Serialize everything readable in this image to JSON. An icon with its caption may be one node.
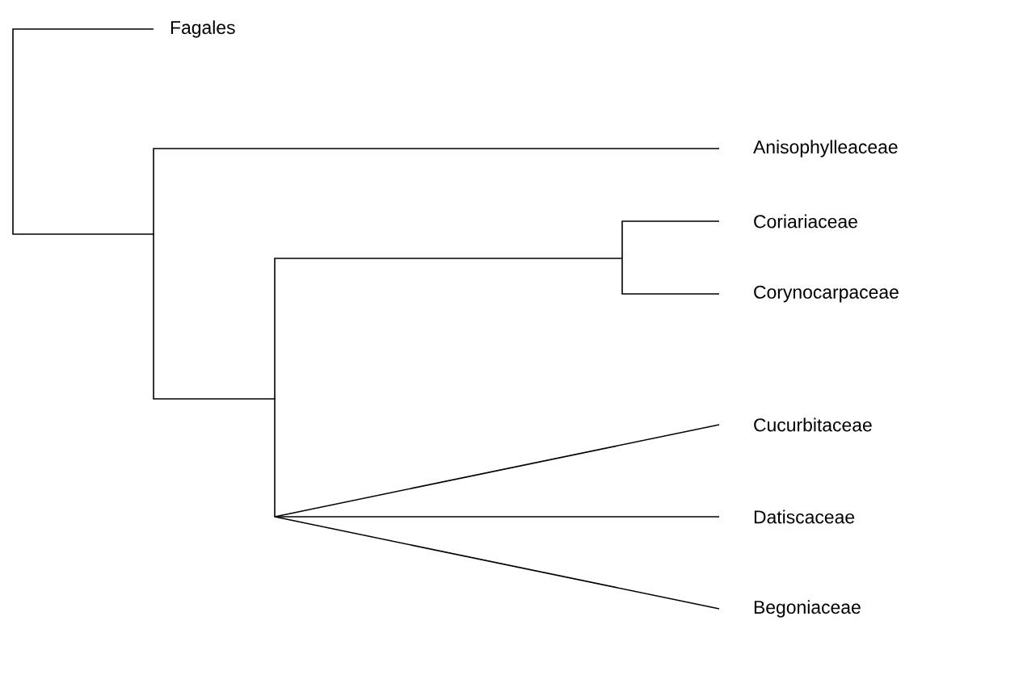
{
  "diagram": {
    "nodes": [
      {
        "text": [],
        "shape": "point"
      },
      {
        "text": [
          "Fagales"
        ]
      },
      {
        "text": [],
        "shape": "point"
      },
      {
        "text": [
          "Anisophylleaceae"
        ]
      },
      {
        "text": [],
        "shape": "point"
      },
      {
        "text": [],
        "shape": "point"
      },
      {
        "text": [
          "Coriariaceae"
        ]
      },
      {
        "text": [
          "Corynocarpaceae"
        ]
      },
      {
        "text": [],
        "shape": "point"
      },
      {
        "text": [
          "Cucurbitaceae"
        ]
      },
      {
        "text": [
          "Datiscaceae"
        ]
      },
      {
        "text": [
          "Begoniaceae"
        ]
      }
    ],
    "edges": [
      {
        "from": 0,
        "to": 1,
        "arrow": "none"
      },
      {
        "from": 0,
        "to": 2,
        "arrow": "none"
      },
      {
        "from": 2,
        "to": 3,
        "arrow": "none"
      },
      {
        "from": 2,
        "to": 4,
        "arrow": "none"
      },
      {
        "from": 4,
        "to": 5,
        "arrow": "none"
      },
      {
        "from": 5,
        "to": 6,
        "arrow": "none"
      },
      {
        "from": 5,
        "to": 7,
        "arrow": "none"
      },
      {
        "from": 4,
        "to": 8,
        "arrow": "none"
      },
      {
        "from": 8,
        "to": 9,
        "arrow": "none"
      },
      {
        "from": 8,
        "to": 10,
        "arrow": "none"
      },
      {
        "from": 8,
        "to": 11,
        "arrow": "none"
      }
    ]
  }
}
